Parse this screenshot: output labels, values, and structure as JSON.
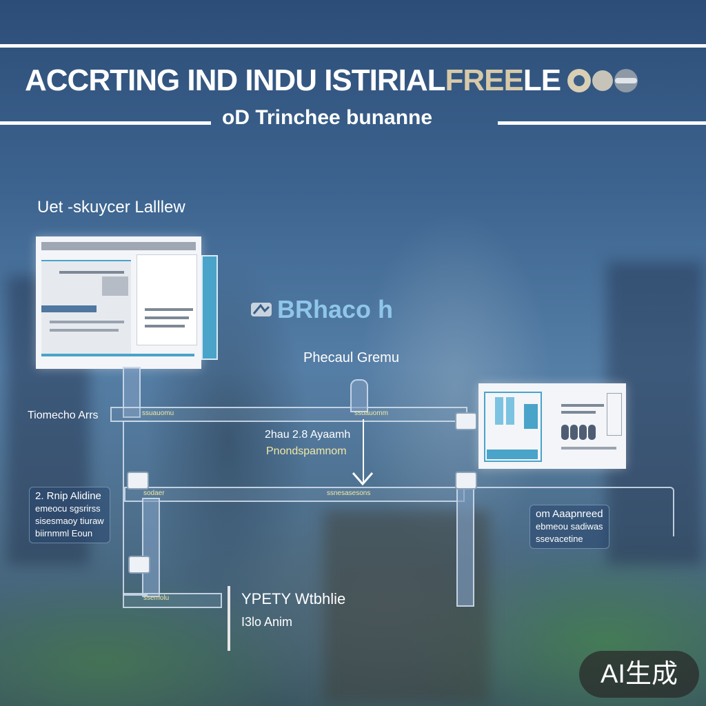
{
  "header": {
    "title_main": "ACCRTING IND INDU ISTIRIAL",
    "title_accent": "FREE",
    "title_tail": "LE",
    "subtitle": "oD Trinchee bunanne"
  },
  "section_label": "Uet -skuycer Lalllew",
  "brand": "BRhaco h",
  "labels": {
    "process_top": "Phecaul Gremu",
    "side_left": "Tiomecho Arrs",
    "center_step": "2hau 2.8 Ayaamh",
    "center_step_sub": "Pnondspamnom",
    "bottom_head": "YPETY Wtbhlie",
    "bottom_sub": "I3lo Anim"
  },
  "notes": {
    "left": [
      "2. Rnip Alidine",
      "emeocu sgsrirss",
      "sisesmaoy tiuraw",
      "biirnmml Eoun"
    ],
    "right": [
      "om Aaapnreed",
      "ebmeou sadiwas",
      "ssevacetine"
    ]
  },
  "rail_tags": {
    "tag1": "ssuauomu",
    "tag2": "ssuauomm",
    "tag3": "ssnesasesons",
    "tag4": "sodaer",
    "tag5": "ssemolu"
  },
  "watermark": "AI生成",
  "colors": {
    "background": "#2f5580",
    "accent_blue": "#4aa3c9",
    "brand_text": "#8fc6ea",
    "label_yellow": "#f0e8a6"
  }
}
